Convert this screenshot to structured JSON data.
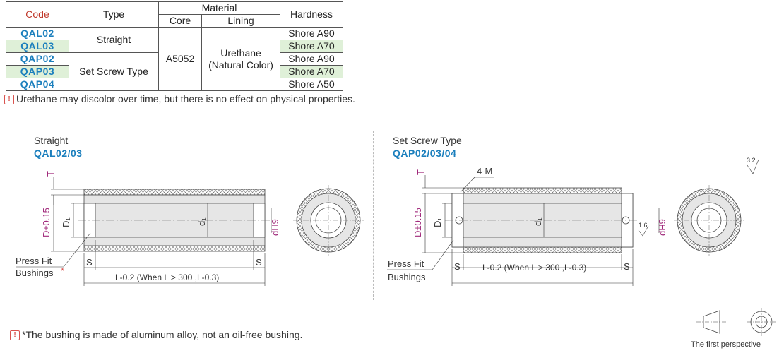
{
  "table": {
    "headers": {
      "code": "Code",
      "type": "Type",
      "material": "Material",
      "core": "Core",
      "lining": "Lining",
      "hardness": "Hardness"
    },
    "type_straight": "Straight",
    "type_setscrew": "Set Screw Type",
    "core": "A5052",
    "lining_line1": "Urethane",
    "lining_line2": "(Natural Color)",
    "rows": [
      {
        "code": "QAL02",
        "hardness": "Shore A90"
      },
      {
        "code": "QAL03",
        "hardness": "Shore A70"
      },
      {
        "code": "QAP02",
        "hardness": "Shore A90"
      },
      {
        "code": "QAP03",
        "hardness": "Shore A70"
      },
      {
        "code": "QAP04",
        "hardness": "Shore A50"
      }
    ]
  },
  "notes": {
    "urethane": "Urethane may discolor over time, but there is no effect on physical properties.",
    "bushing": "*The bushing is made of aluminum alloy, not an oil-free bushing."
  },
  "straight": {
    "title": "Straight",
    "model": "QAL02/03",
    "label_T": "T",
    "label_D": "D±0.15",
    "label_D1": "D₁",
    "label_d1": "d₁",
    "label_dH9": "dH9",
    "label_press": "Press Fit",
    "label_bush": "Bushings",
    "label_star": "*",
    "label_S": "S",
    "label_L": "L-0.2 (When L > 300 ,L-0.3)"
  },
  "setscrew": {
    "title": "Set Screw Type",
    "model": "QAP02/03/04",
    "label_T": "T",
    "label_4M": "4-M",
    "label_D": "D±0.15",
    "label_D1": "D₁",
    "label_d1": "d₁",
    "label_dH9": "dH9",
    "label_rough": "1.6",
    "label_press": "Press Fit",
    "label_bush": "Bushings",
    "label_S": "S",
    "label_L": "L-0.2 (When L > 300 ,L-0.3)"
  },
  "surface_mark": "3.2",
  "perspective": "The first perspective",
  "colors": {
    "blue": "#1b7fbd",
    "red": "#d9534f",
    "magenta": "#a0287a",
    "green": "#dff0d8"
  }
}
